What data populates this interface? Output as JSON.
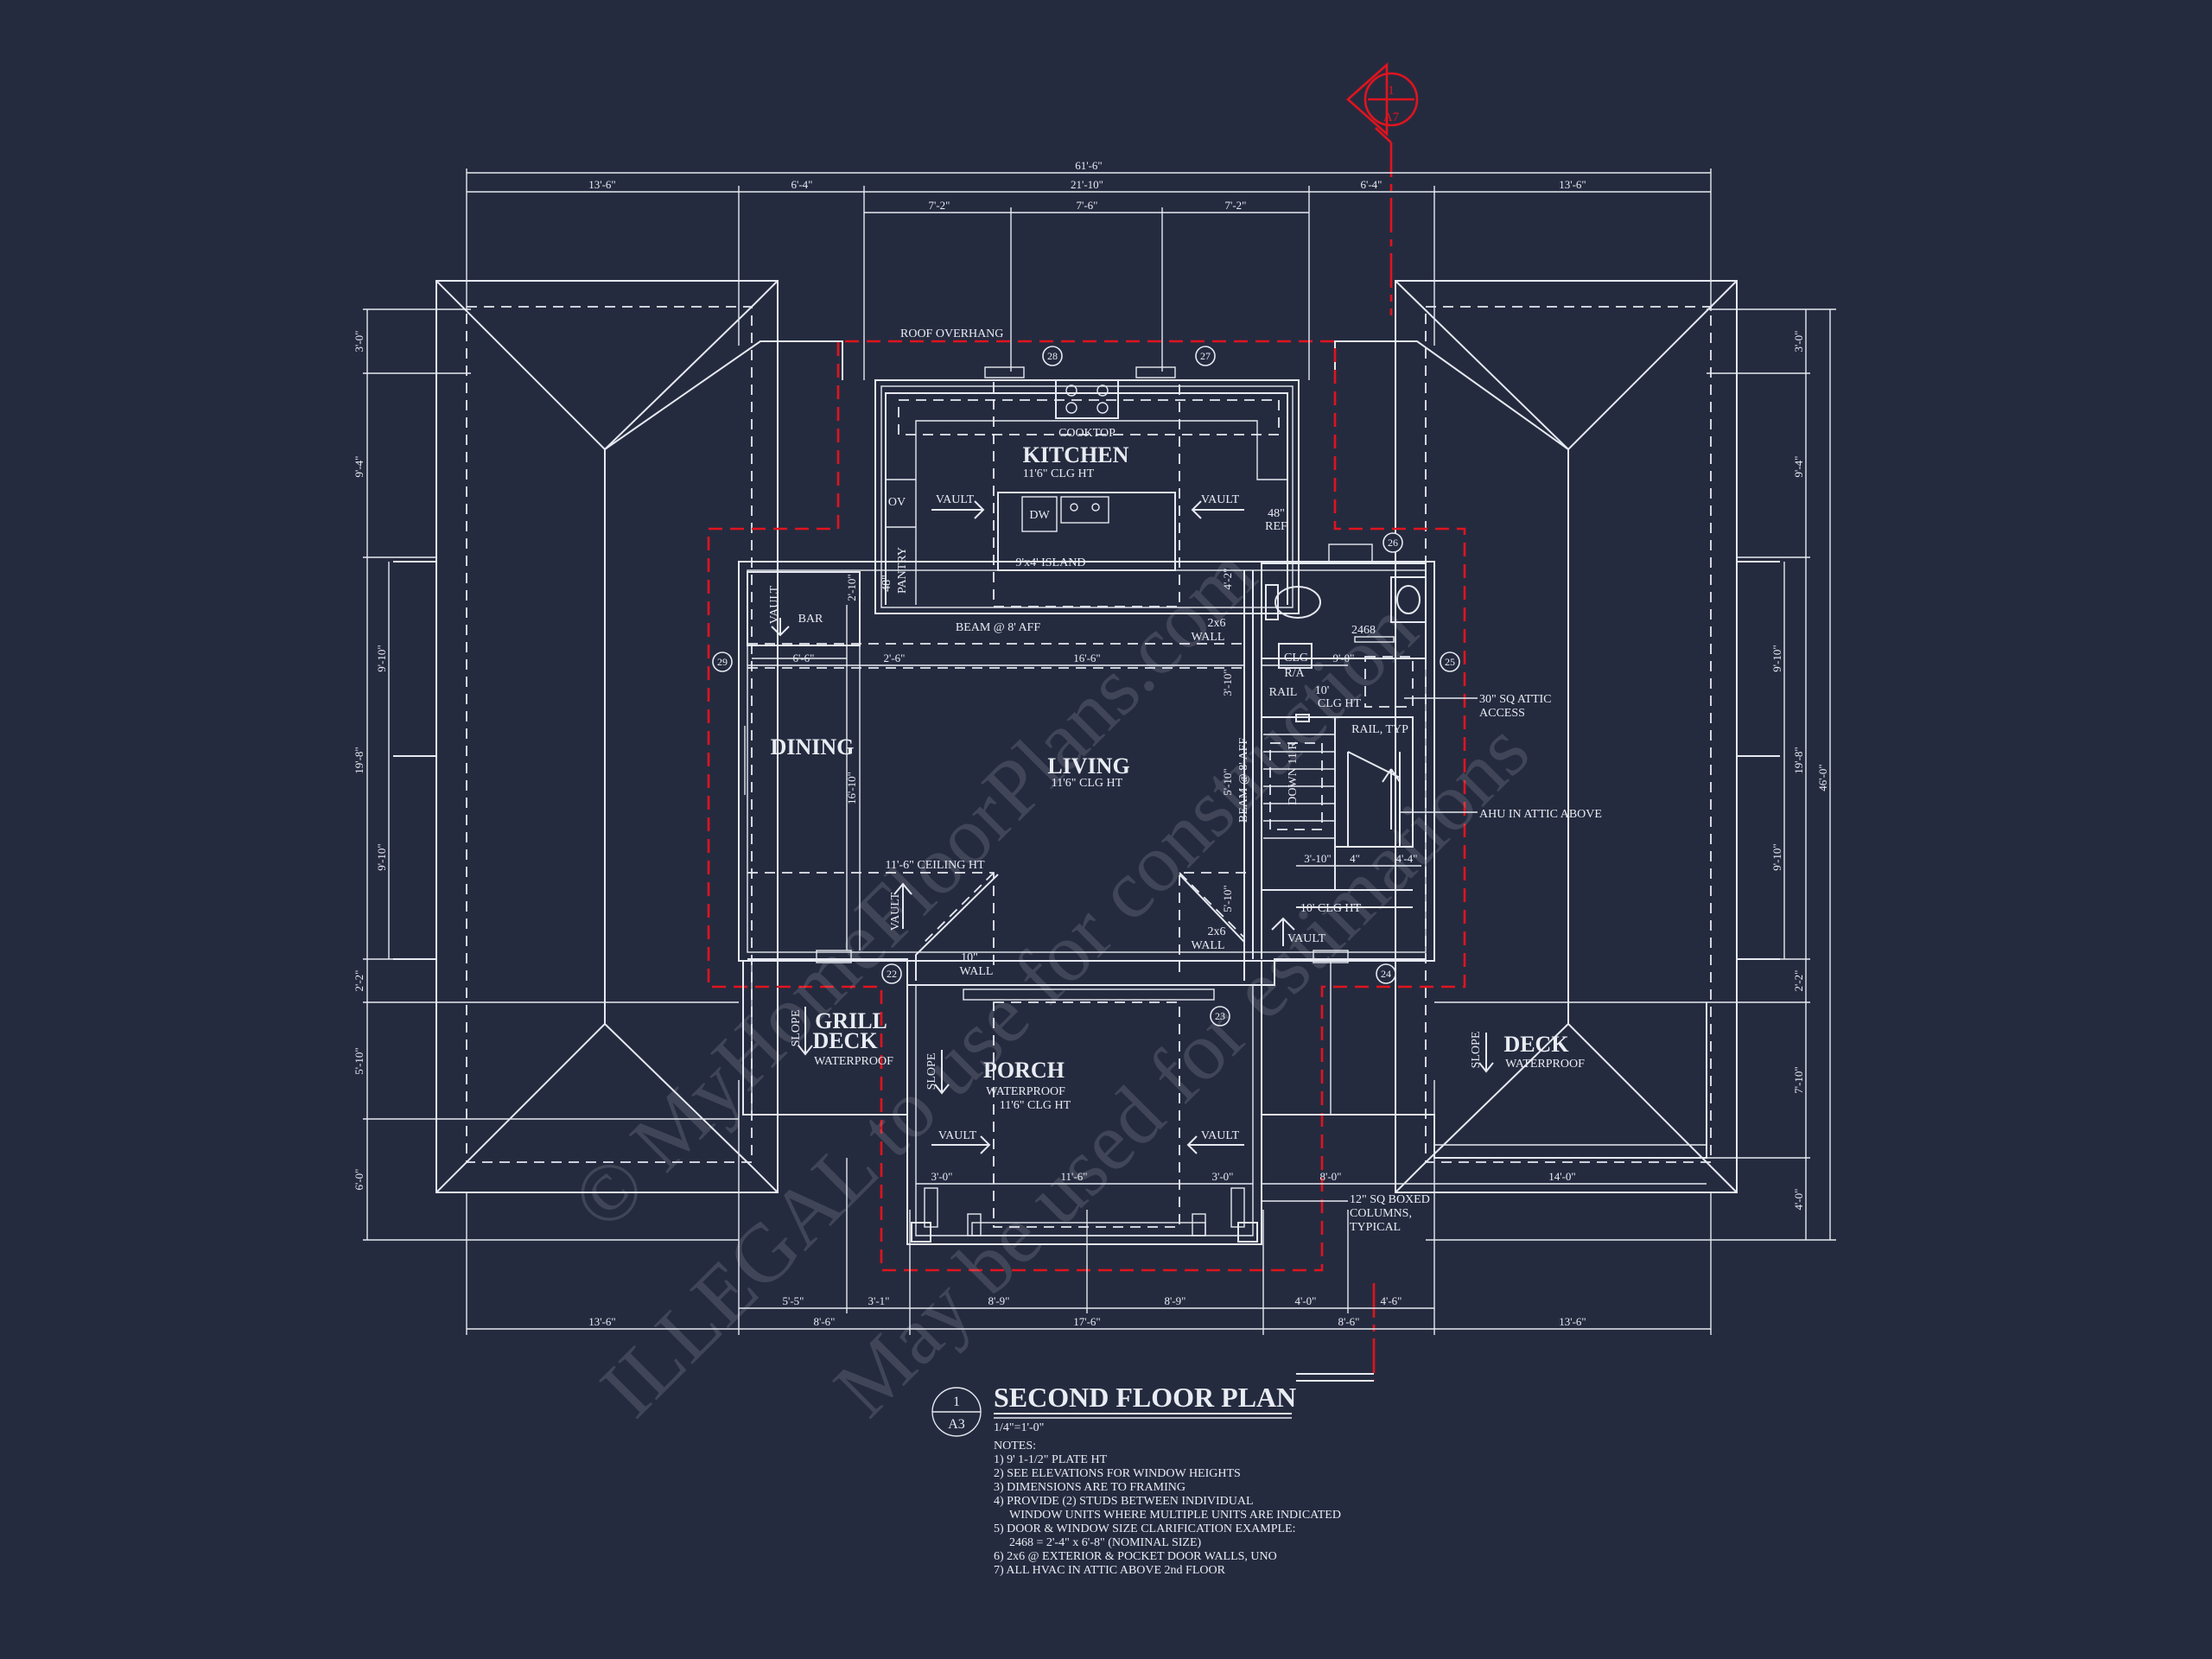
{
  "title": {
    "name": "SECOND FLOOR PLAN",
    "scale": "1/4\"=1'-0\"",
    "ref_number": "1",
    "ref_sheet": "A3"
  },
  "section_marker": {
    "number": "1",
    "sheet": "A7"
  },
  "rooms": {
    "kitchen": "KITCHEN",
    "kitchen_ht": "11'6\" CLG HT",
    "dining": "DINING",
    "living": "LIVING",
    "living_ht": "11'6\" CLG HT",
    "porch": "PORCH",
    "porch_wp": "WATERPROOF",
    "porch_ht": "11'6\" CLG HT",
    "grill_deck_1": "GRILL",
    "grill_deck_2": "DECK",
    "grill_deck_wp": "WATERPROOF",
    "deck": "DECK",
    "deck_wp": "WATERPROOF"
  },
  "labels": {
    "roof_overhang": "ROOF OVERHANG",
    "cooktop": "COOKTOP",
    "ov": "OV",
    "pantry": "PANTRY",
    "pantry_w": "48\"",
    "dw": "DW",
    "island": "9'x4' ISLAND",
    "ref_1": "48\"",
    "ref_2": "REF",
    "vault": "VAULT",
    "bar": "BAR",
    "beam": "BEAM @ 8' AFF",
    "beam_v": "BEAM @ 8' AFF",
    "wall_2x6": "2x6",
    "wall": "WALL",
    "door_2468": "2468",
    "clg": "CLG",
    "ra": "R/A",
    "rail": "RAIL",
    "clg10_1": "10'",
    "clg10_2": "CLG HT",
    "rail_typ": "RAIL, TYP",
    "attic_1": "30\" SQ ATTIC",
    "attic_2": "ACCESS",
    "ahu": "AHU IN ATTIC ABOVE",
    "down": "DOWN 11 R",
    "ceiling_11_6": "11'-6\" CEILING HT",
    "clg_10": "10' CLG HT",
    "wall_10_1": "10\"",
    "wall_10_2": "WALL",
    "slope": "SLOPE",
    "col_1": "12\" SQ BOXED",
    "col_2": "COLUMNS,",
    "col_3": "TYPICAL"
  },
  "bubbles": [
    "28",
    "27",
    "26",
    "29",
    "25",
    "22",
    "24",
    "23"
  ],
  "dims": {
    "overall_w": "61'-6\"",
    "t_13_6a": "13'-6\"",
    "t_6_4a": "6'-4\"",
    "t_21_10": "21'-10\"",
    "t_6_4b": "6'-4\"",
    "t_13_6b": "13'-6\"",
    "t_7_2a": "7'-2\"",
    "t_7_6": "7'-6\"",
    "t_7_2b": "7'-2\"",
    "b_5_5": "5'-5\"",
    "b_3_1": "3'-1\"",
    "b_8_9a": "8'-9\"",
    "b_8_9b": "8'-9\"",
    "b_4_0": "4'-0\"",
    "b_4_6": "4'-6\"",
    "b_13_6a": "13'-6\"",
    "b_8_6a": "8'-6\"",
    "b_17_6": "17'-6\"",
    "b_8_6b": "8'-6\"",
    "b_13_6b": "13'-6\"",
    "l_3_0": "3'-0\"",
    "l_9_4": "9'-4\"",
    "l_9_10a": "9'-10\"",
    "l_19_8": "19'-8\"",
    "l_9_10b": "9'-10\"",
    "l_2_2": "2'-2\"",
    "l_5_10": "5'-10\"",
    "l_6_0": "6'-0\"",
    "r_3_0": "3'-0\"",
    "r_9_4": "9'-4\"",
    "r_9_10a": "9'-10\"",
    "r_19_8": "19'-8\"",
    "r_46_0": "46'-0\"",
    "r_9_10b": "9'-10\"",
    "r_2_2": "2'-2\"",
    "r_7_10": "7'-10\"",
    "r_4_0": "4'-0\"",
    "i_6_6": "6'-6\"",
    "i_2_6": "2'-6\"",
    "i_16_6": "16'-6\"",
    "i_9_0": "9'-0\"",
    "i_3_10a": "3'-10\"",
    "i_4": "4\"",
    "i_4_4": "4'-4\"",
    "i_3_10v": "3'-10\"",
    "i_5_10a": "5'-10\"",
    "i_5_10b": "5'-10\"",
    "i_2_10": "2'-10\"",
    "i_4_2": "4'-2\"",
    "i_16_10": "16'-10\"",
    "p_3_0a": "3'-0\"",
    "p_11_6": "11'-6\"",
    "p_3_0b": "3'-0\"",
    "p_8_0": "8'-0\"",
    "p_14_0": "14'-0\""
  },
  "notes": [
    "NOTES:",
    "1) 9' 1-1/2\" PLATE HT",
    "2) SEE ELEVATIONS FOR WINDOW HEIGHTS",
    "3) DIMENSIONS ARE TO FRAMING",
    "4) PROVIDE (2) STUDS BETWEEN INDIVIDUAL",
    "WINDOW UNITS WHERE MULTIPLE UNITS ARE INDICATED",
    "5) DOOR & WINDOW SIZE CLARIFICATION EXAMPLE:",
    "2468 = 2'-4\" x 6'-8\" (NOMINAL SIZE)",
    "6) 2x6 @ EXTERIOR & POCKET DOOR WALLS, UNO",
    "7) ALL HVAC IN ATTIC ABOVE 2nd FLOOR"
  ],
  "watermark": [
    "© MyHomeFloorPlans.com",
    "ILLEGAL to use for construction",
    "May be used for estimations"
  ]
}
